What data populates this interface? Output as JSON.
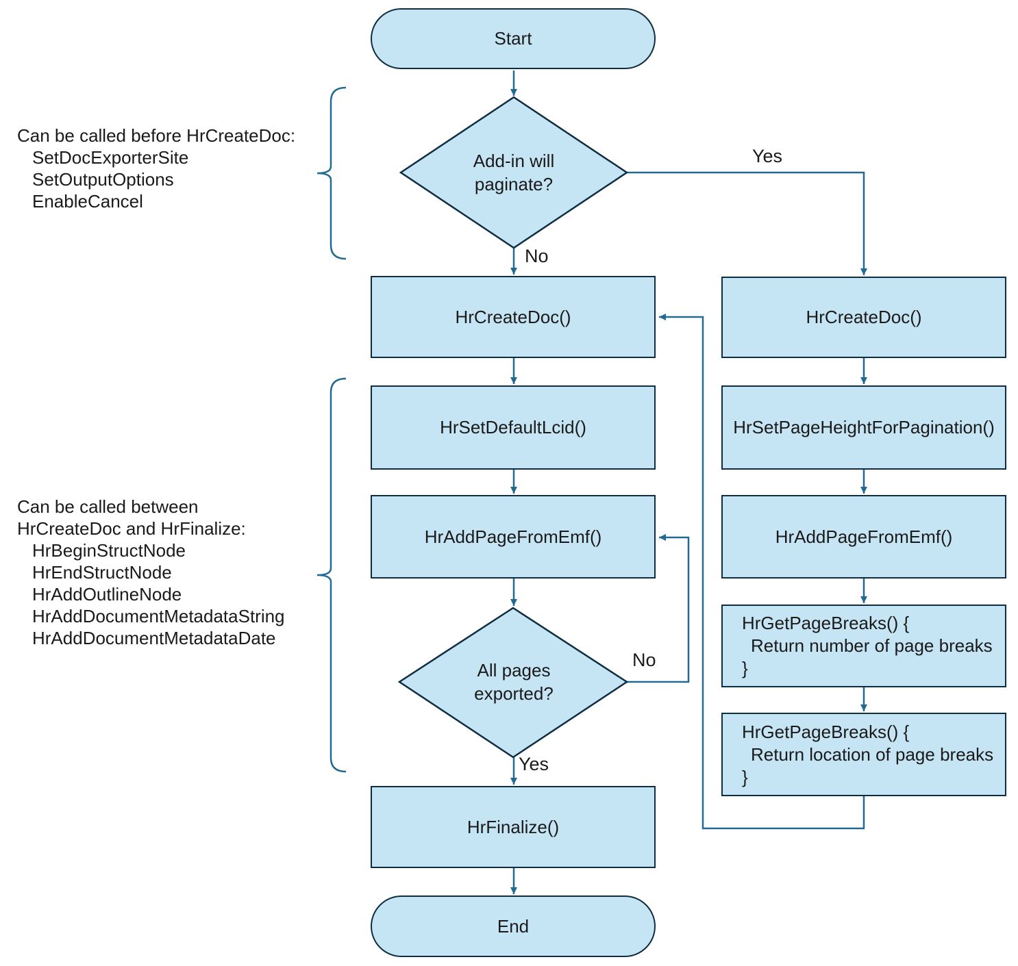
{
  "colors": {
    "shape_fill": "#C6E5F4",
    "shape_border": "#0E2D40",
    "connector": "#226A92",
    "text": "#1A1A1A"
  },
  "nodes": {
    "start": {
      "label": "Start"
    },
    "decision_paginate": {
      "label": "Add-in will paginate?"
    },
    "create_doc_main": {
      "label": "HrCreateDoc()"
    },
    "create_doc_paginate": {
      "label": "HrCreateDoc()"
    },
    "set_default_lcid": {
      "label": "HrSetDefaultLcid()"
    },
    "set_page_height": {
      "label": "HrSetPageHeightForPagination()"
    },
    "add_page_main": {
      "label": "HrAddPageFromEmf()"
    },
    "add_page_paginate": {
      "label": "HrAddPageFromEmf()"
    },
    "decision_all_pages": {
      "label": "All pages exported?"
    },
    "get_page_breaks_number": {
      "lines": [
        "HrGetPageBreaks() {",
        "Return number of page breaks",
        "}"
      ]
    },
    "get_page_breaks_location": {
      "lines": [
        "HrGetPageBreaks() {",
        "Return location of page breaks",
        "}"
      ]
    },
    "finalize": {
      "label": "HrFinalize()"
    },
    "end": {
      "label": "End"
    }
  },
  "edge_labels": {
    "paginate_yes": "Yes",
    "paginate_no": "No",
    "all_pages_no": "No",
    "all_pages_yes": "Yes"
  },
  "annotations": {
    "before_createdoc": {
      "title": "Can be called before HrCreateDoc:",
      "items": [
        "SetDocExporterSite",
        "SetOutputOptions",
        "EnableCancel"
      ]
    },
    "between_createdoc_finalize": {
      "title": "Can be called between HrCreateDoc and HrFinalize:",
      "items": [
        "HrBeginStructNode",
        "HrEndStructNode",
        "HrAddOutlineNode",
        "HrAddDocumentMetadataString",
        "HrAddDocumentMetadataDate"
      ]
    }
  }
}
